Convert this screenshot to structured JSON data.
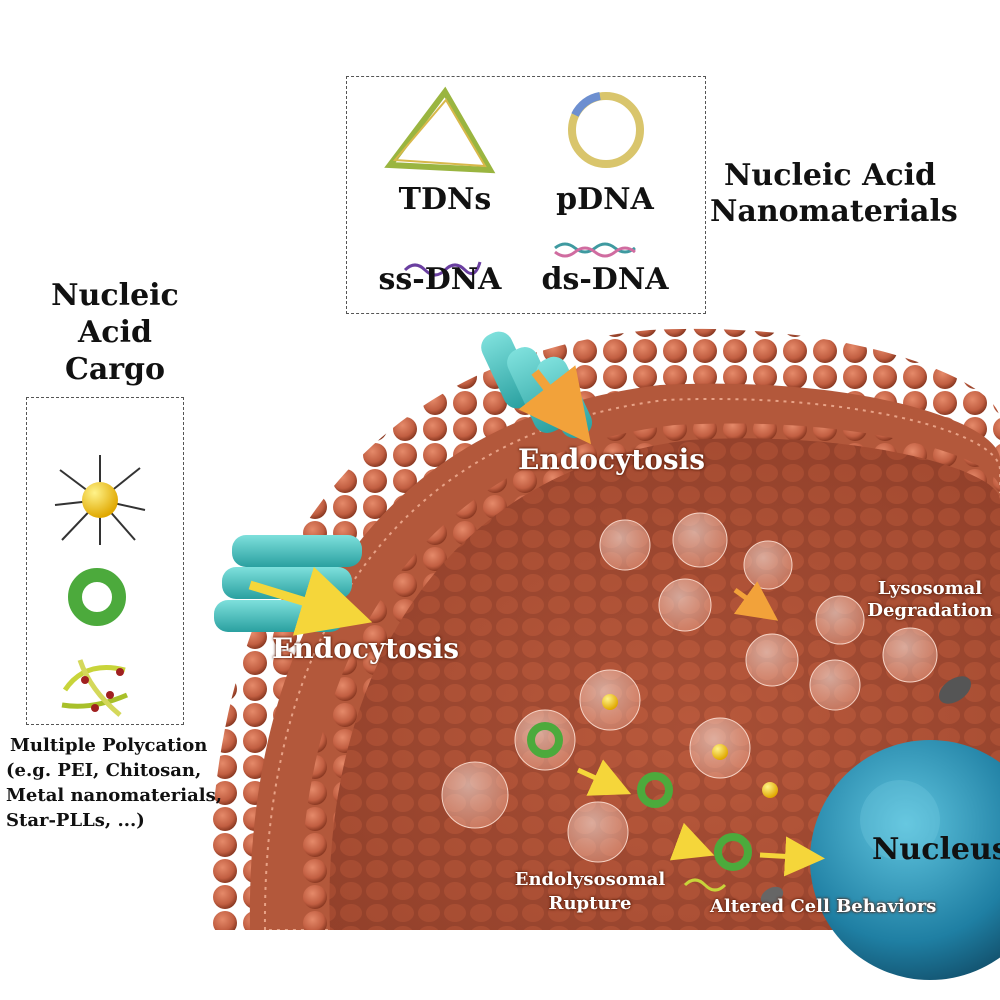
{
  "nanomaterials_box": {
    "items": [
      "TDNs",
      "pDNA",
      "ss-DNA",
      "ds-DNA"
    ]
  },
  "nanomaterials_title": [
    "Nucleic Acid",
    "Nanomaterials"
  ],
  "cargo_title": [
    "Nucleic",
    "Acid",
    "Cargo"
  ],
  "cargo_caption": [
    "Multiple Polycation",
    "(e.g. PEI, Chitosan,",
    "Metal nanomaterials,",
    "Star-PLLs, ...)"
  ],
  "cell_labels": {
    "endocytosis_top": "Endocytosis",
    "endocytosis_left": "Endocytosis",
    "lysosomal": [
      "Lysosomal",
      "Degradation"
    ],
    "endolysosomal": [
      "Endolysosomal",
      "Rupture"
    ],
    "altered": "Altered Cell Behaviors",
    "nucleus": "Nucleus"
  },
  "colors": {
    "membrane": "#c8674a",
    "membrane_dark": "#8f3f28",
    "channel": "#4fc3c0",
    "nucleus": "#2a8fb0",
    "arrow_orange": "#f2a23a",
    "arrow_yellow": "#f5d63a",
    "gold": "#f3c81a",
    "green": "#4caa3c"
  }
}
